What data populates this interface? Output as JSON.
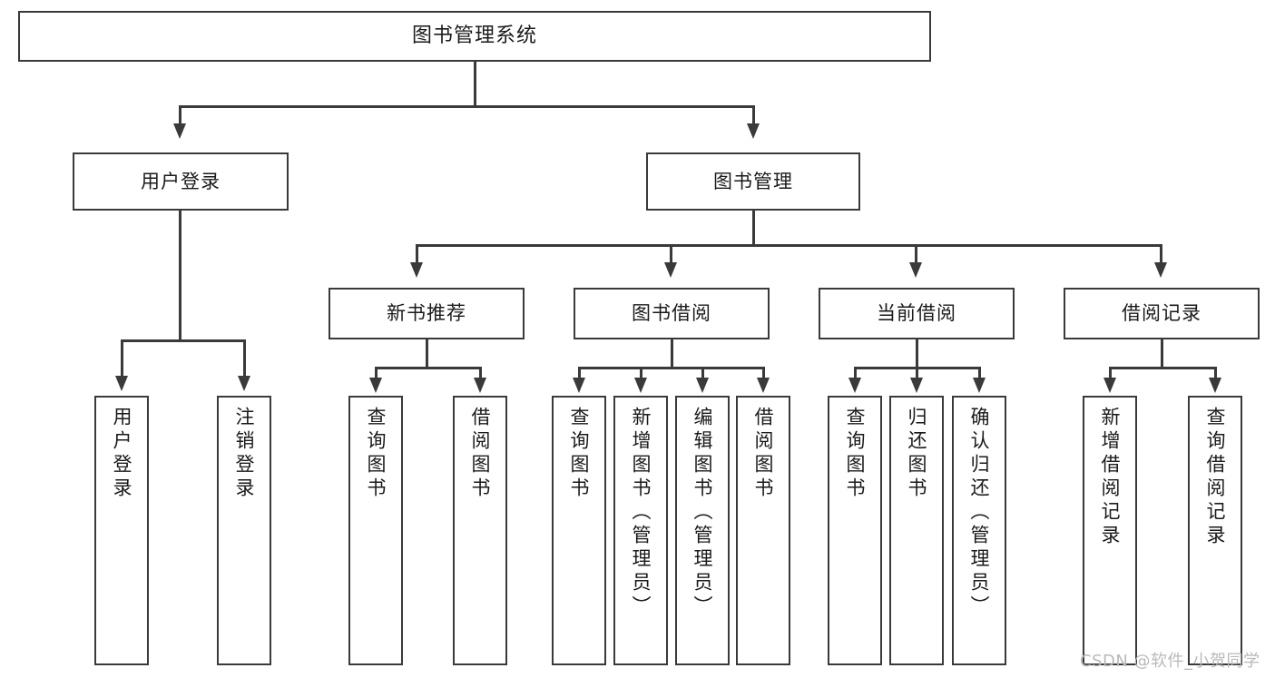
{
  "diagram": {
    "type": "tree-hierarchy",
    "title": "图书管理系统",
    "watermark": "CSDN @软件_小贺同学",
    "colors": {
      "stroke": "#3a3a3a",
      "fill": "#ffffff",
      "text": "#1a1a1a",
      "watermark": "#b9b9b9"
    },
    "root": {
      "label": "图书管理系统"
    },
    "level2": [
      {
        "label": "用户登录"
      },
      {
        "label": "图书管理"
      }
    ],
    "level3": [
      {
        "label": "新书推荐"
      },
      {
        "label": "图书借阅"
      },
      {
        "label": "当前借阅"
      },
      {
        "label": "借阅记录"
      }
    ],
    "leaves": {
      "user_login": [
        {
          "label": "用户登录"
        },
        {
          "label": "注销登录"
        }
      ],
      "new_book": [
        {
          "label": "查询图书"
        },
        {
          "label": "借阅图书"
        }
      ],
      "book_borrow": [
        {
          "label": "查询图书"
        },
        {
          "label": "新增图书（管理员）"
        },
        {
          "label": "编辑图书（管理员）"
        },
        {
          "label": "借阅图书"
        }
      ],
      "current_borrow": [
        {
          "label": "查询图书"
        },
        {
          "label": "归还图书"
        },
        {
          "label": "确认归还（管理员）"
        }
      ],
      "borrow_record": [
        {
          "label": "新增借阅记录"
        },
        {
          "label": "查询借阅记录"
        }
      ]
    }
  }
}
